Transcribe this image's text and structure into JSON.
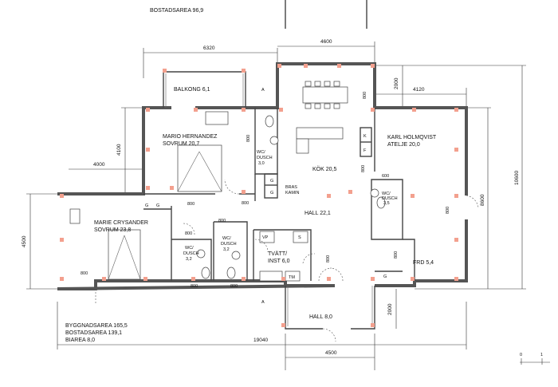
{
  "top_area": "BOSTADSAREA 96,9",
  "rooms": {
    "balkong": "BALKONG 6,1",
    "mario_name": "MARIO HERNANDEZ",
    "mario_area": "SOVRUM 20,7",
    "karl_name": "KARL HOLMQVIST",
    "karl_area": "ATELJE 20,0",
    "kok": "KÖK 20,5",
    "hall": "HALL 22,1",
    "marie_name": "MARIE CRYSANDER",
    "marie_area": "SOVRUM 23,8",
    "tvatt_1": "TVÄTT/",
    "tvatt_2": "INST 6,0",
    "frd": "FRD 5,4",
    "hall_entry": "HALL 8,0",
    "wc1_a": "WC/",
    "wc1_b": "DUSCH",
    "wc1_c": "3,0",
    "wc2_c": "3,5",
    "wc3_c": "3,2",
    "wc4_c": "3,2",
    "bras_1": "BRAS",
    "bras_2": "KAMIN"
  },
  "fixture_labels": {
    "g": "G",
    "k": "K",
    "f": "F",
    "vp": "VP",
    "s": "S",
    "tm": "TM",
    "section": "A"
  },
  "dimensions": {
    "d6320": "6320",
    "d4600": "4600",
    "d4120": "4120",
    "d2000a": "2000",
    "d2000b": "2000",
    "d4000": "4000",
    "d4100": "4100",
    "d4500v": "4500",
    "d10600": "10600",
    "d8600": "8600",
    "d19040": "19040",
    "d4500h": "4500",
    "d800": "800",
    "d600": "600"
  },
  "summary": {
    "line1": "BYGGNADSAREA 165,5",
    "line2": "BOSTADSAREA 139,1",
    "line3": "BIAREA 8,0"
  },
  "scale": {
    "zero": "0",
    "one": "1"
  }
}
